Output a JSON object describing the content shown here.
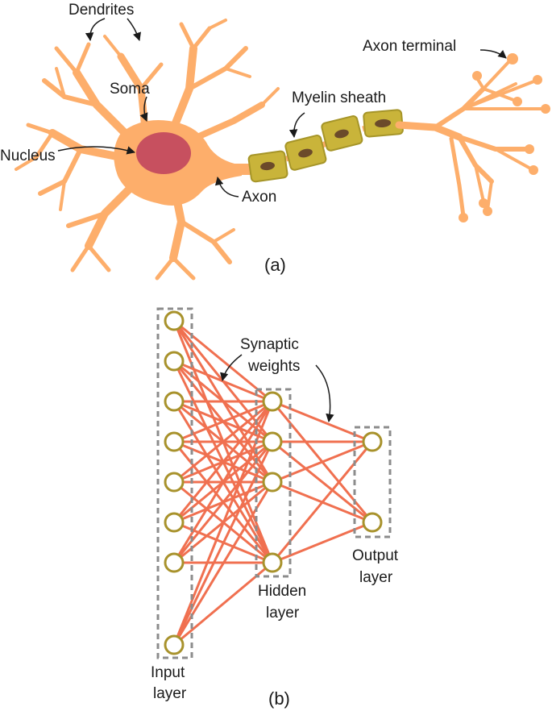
{
  "neuron": {
    "labels": {
      "dendrites": "Dendrites",
      "soma": "Soma",
      "nucleus": "Nucleus",
      "axon": "Axon",
      "myelin_sheath": "Myelin sheath",
      "axon_terminal": "Axon terminal"
    },
    "caption": "(a)"
  },
  "network": {
    "labels": {
      "synaptic_weights_line1": "Synaptic",
      "synaptic_weights_line2": "weights",
      "input_line1": "Input",
      "input_line2": "layer",
      "hidden_line1": "Hidden",
      "hidden_line2": "layer",
      "output_line1": "Output",
      "output_line2": "layer"
    },
    "layers": [
      {
        "name": "input",
        "node_count": 8
      },
      {
        "name": "hidden",
        "node_count": 4
      },
      {
        "name": "output",
        "node_count": 2
      }
    ],
    "caption": "(b)"
  },
  "colors": {
    "neuron_body": "#fdae6b",
    "nucleus": "#c7505f",
    "myelin": "#c9b43a",
    "myelin_nucleus": "#6b4a2a",
    "connection": "#f07050",
    "node_stroke": "#a8922c",
    "layer_box": "#8c8c8c"
  }
}
